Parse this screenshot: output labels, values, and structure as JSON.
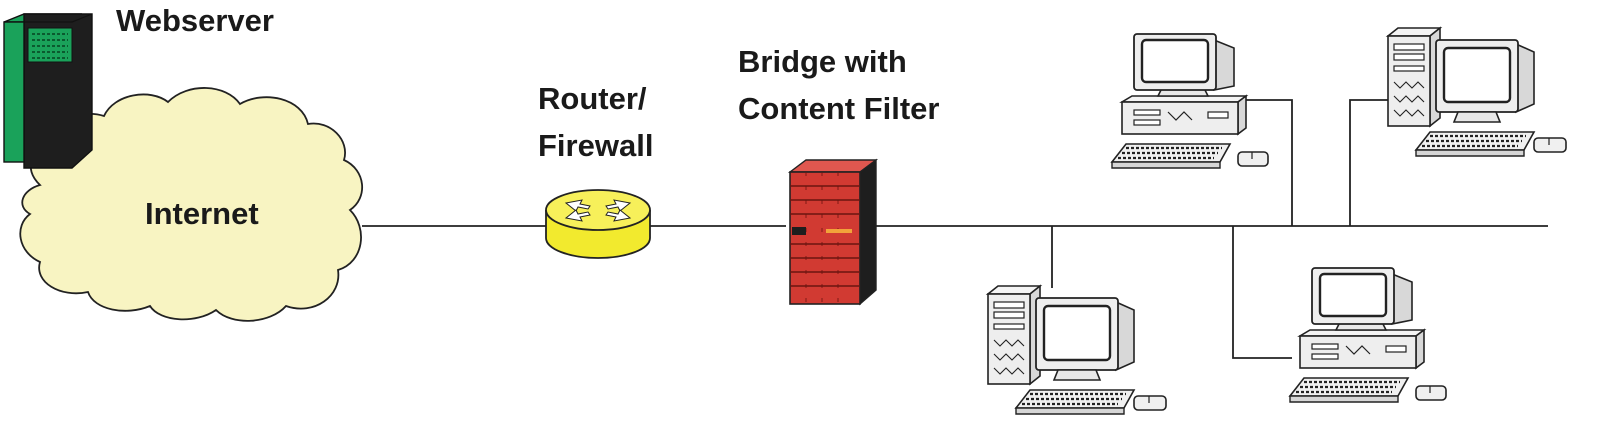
{
  "labels": {
    "webserver": "Webserver",
    "internet": "Internet",
    "router_line1": "Router/",
    "router_line2": "Firewall",
    "bridge_line1": "Bridge with",
    "bridge_line2": "Content Filter"
  },
  "colors": {
    "cloud_fill": "#f8f4c2",
    "router_fill": "#f2ea2e",
    "bridge_fill": "#d13a32",
    "server_green": "#1aa25a",
    "server_dark": "#1e1e1e",
    "workstation_fill": "#eeeeee"
  },
  "icons": [
    "webserver-icon",
    "internet-cloud-icon",
    "router-icon",
    "bridge-server-icon",
    "workstation-icon"
  ]
}
